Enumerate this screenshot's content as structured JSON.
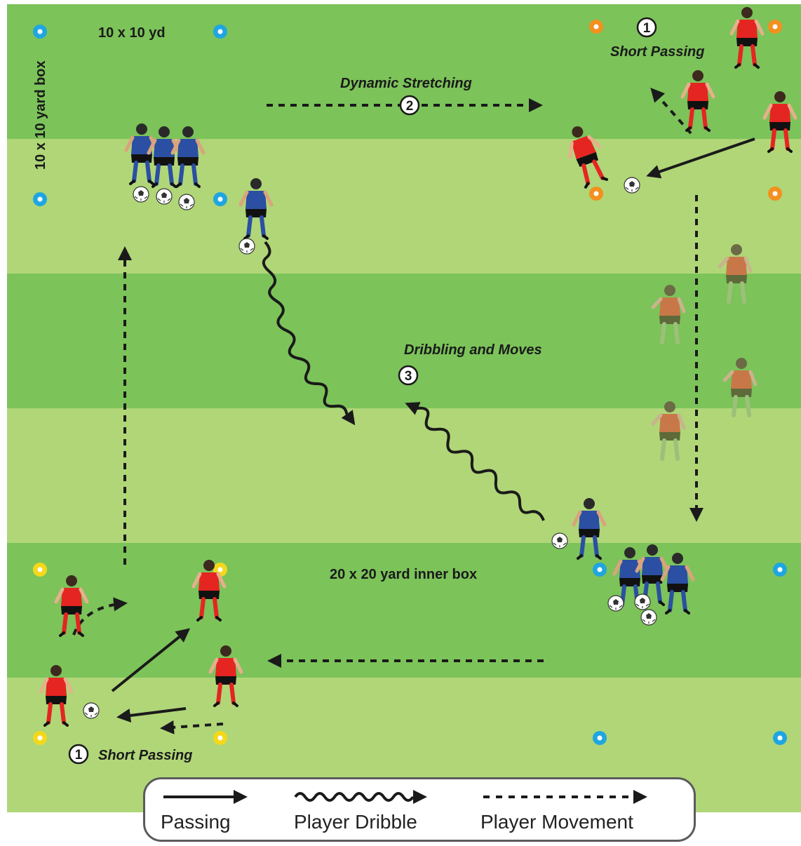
{
  "labels": {
    "box_size_top": "10 x 10 yd",
    "box_side": "10 x 10 yard box",
    "dynamic_stretching": "Dynamic Stretching",
    "short_passing_top": "Short Passing",
    "dribbling_moves": "Dribbling and Moves",
    "inner_box": "20 x 20 yard inner box",
    "short_passing_bottom": "Short Passing"
  },
  "step_numbers": {
    "one_top": "1",
    "two": "2",
    "three": "3",
    "one_bottom": "1"
  },
  "legend": {
    "passing": "Passing",
    "dribble": "Player Dribble",
    "movement": "Player Movement"
  },
  "colors": {
    "stripe_dark": "#7cc35a",
    "stripe_light": "#b0d678",
    "cone_blue": "#1fa6e0",
    "cone_orange": "#f3901e",
    "cone_yellow": "#f4d81a",
    "team_red": "#e52521",
    "team_blue": "#2b4fa2",
    "team_ghost": "#c87848"
  },
  "icons": [
    "soccer-ball-icon",
    "player-icon",
    "cone-icon",
    "arrow-icon"
  ]
}
